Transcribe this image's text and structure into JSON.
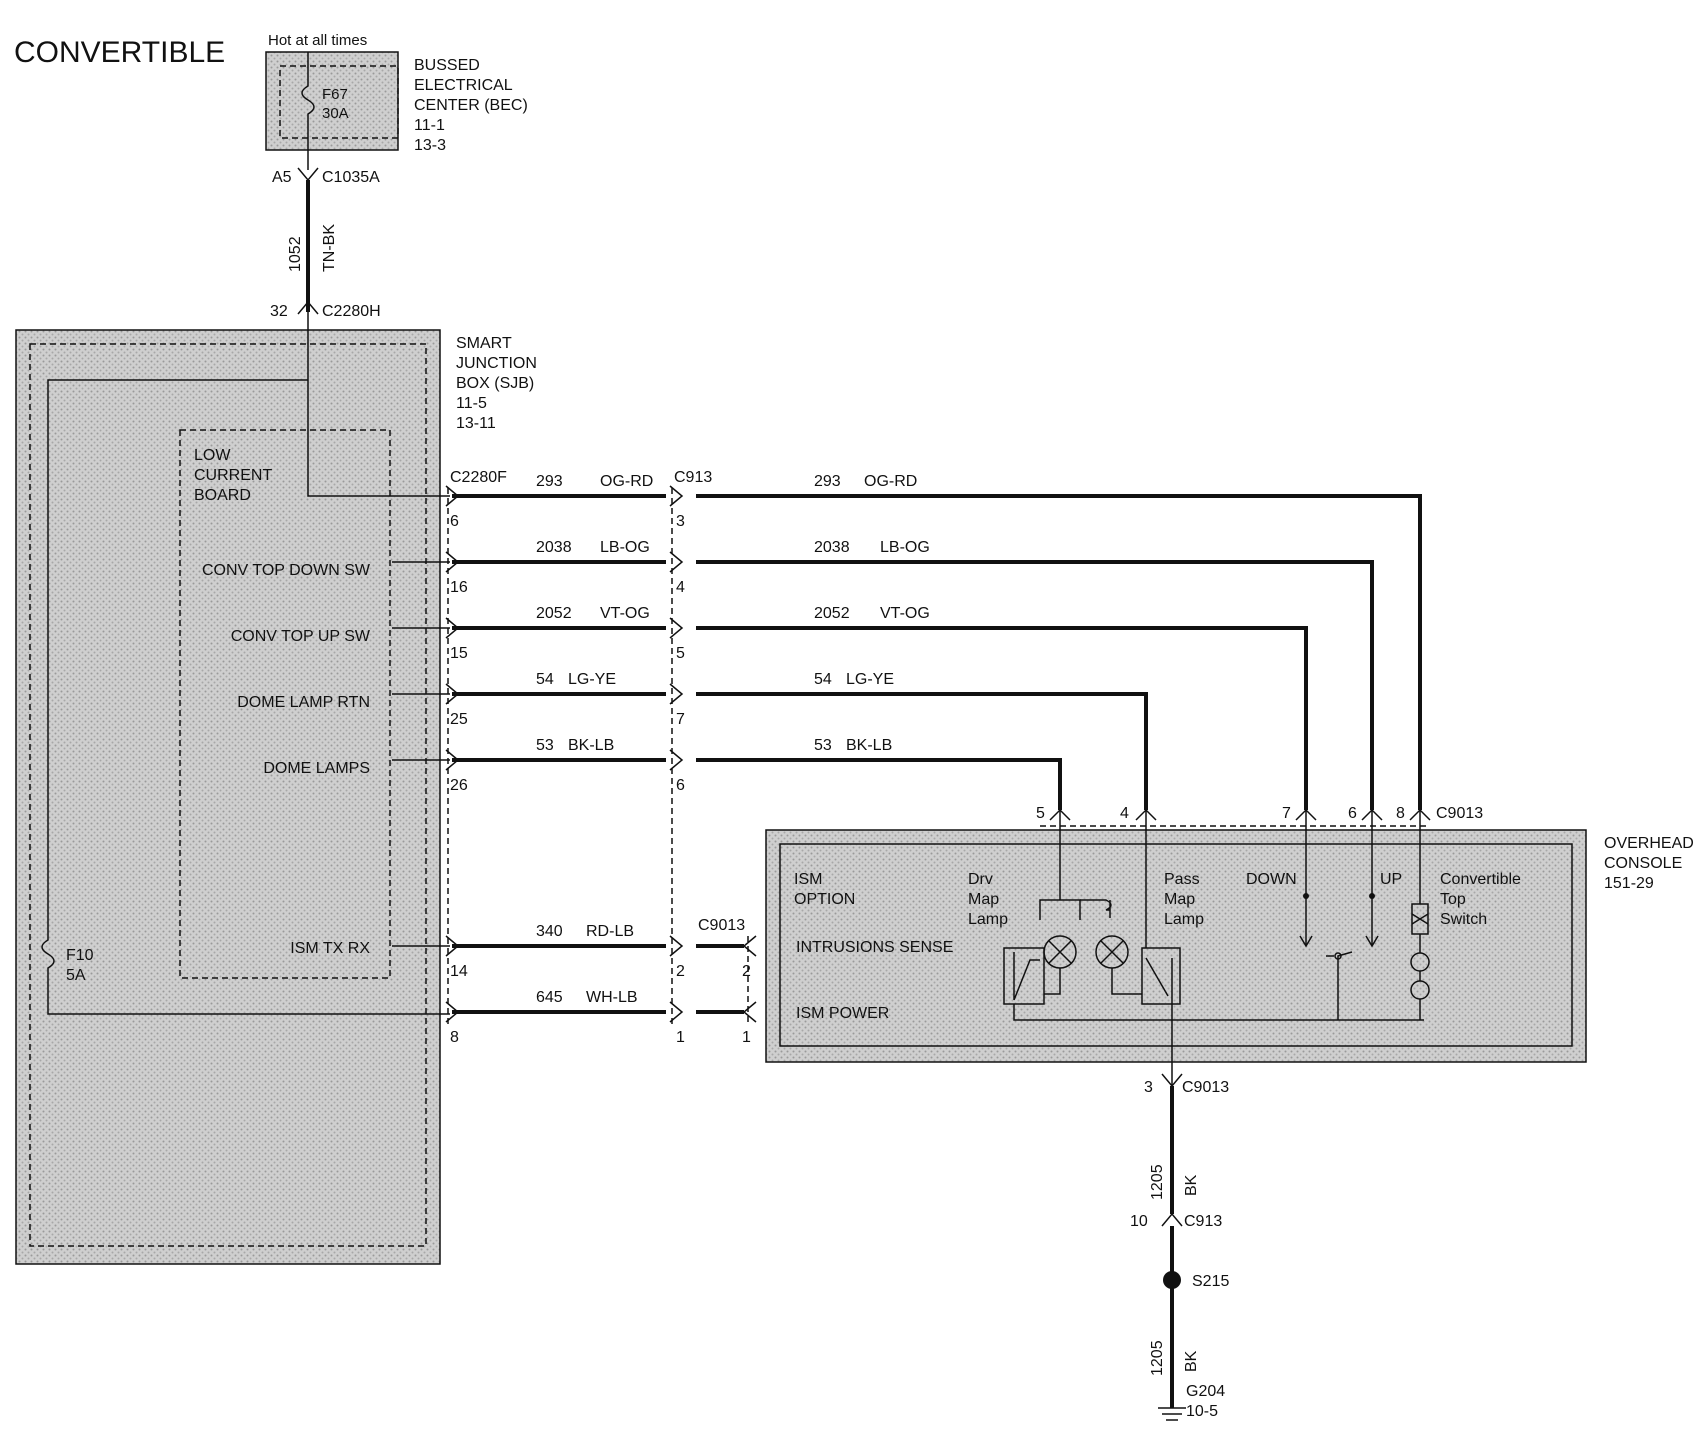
{
  "title": "CONVERTIBLE",
  "bec": {
    "hot_label": "Hot at all times",
    "fuse_name": "F67",
    "fuse_rating": "30A",
    "name_line1": "BUSSED",
    "name_line2": "ELECTRICAL",
    "name_line3": "CENTER (BEC)",
    "ref1": "11-1",
    "ref2": "13-3",
    "pin": "A5",
    "connector": "C1035A"
  },
  "feed_wire": {
    "circuit": "1052",
    "color": "TN-BK"
  },
  "sjb": {
    "pin": "32",
    "connector": "C2280H",
    "name_line1": "SMART",
    "name_line2": "JUNCTION",
    "name_line3": "BOX (SJB)",
    "ref1": "11-5",
    "ref2": "13-11",
    "lcb_line1": "LOW",
    "lcb_line2": "CURRENT",
    "lcb_line3": "BOARD",
    "fuse_name": "F10",
    "fuse_rating": "5A",
    "out_connector": "C2280F",
    "labels": {
      "conv_down": "CONV TOP DOWN SW",
      "conv_up": "CONV TOP UP SW",
      "dome_rtn": "DOME LAMP RTN",
      "dome": "DOME LAMPS",
      "ism": "ISM TX RX"
    }
  },
  "inline_connector": "C913",
  "wires": [
    {
      "circuit": "293",
      "color": "OG-RD",
      "sjb_pin": "6",
      "c913_pin": "3",
      "console_pin": "8"
    },
    {
      "circuit": "2038",
      "color": "LB-OG",
      "sjb_pin": "16",
      "c913_pin": "4",
      "console_pin": "6"
    },
    {
      "circuit": "2052",
      "color": "VT-OG",
      "sjb_pin": "15",
      "c913_pin": "5",
      "console_pin": "7"
    },
    {
      "circuit": "54",
      "color": "LG-YE",
      "sjb_pin": "25",
      "c913_pin": "7",
      "console_pin": "4"
    },
    {
      "circuit": "53",
      "color": "BK-LB",
      "sjb_pin": "26",
      "c913_pin": "6",
      "console_pin": "5"
    }
  ],
  "ism_wires": [
    {
      "circuit": "340",
      "color": "RD-LB",
      "sjb_pin": "14",
      "c913_pin": "2",
      "c9013_pin": "2",
      "console_label": "INTRUSIONS SENSE"
    },
    {
      "circuit": "645",
      "color": "WH-LB",
      "sjb_pin": "8",
      "c913_pin": "1",
      "c9013_pin": "1",
      "console_label": "ISM POWER"
    }
  ],
  "console": {
    "connector": "C9013",
    "name_line1": "OVERHEAD",
    "name_line2": "CONSOLE",
    "ref": "151-29",
    "ism_line1": "ISM",
    "ism_line2": "OPTION",
    "drv_line1": "Drv",
    "drv_line2": "Map",
    "drv_line3": "Lamp",
    "pass_line1": "Pass",
    "pass_line2": "Map",
    "pass_line3": "Lamp",
    "down": "DOWN",
    "up": "UP",
    "sw_line1": "Convertible",
    "sw_line2": "Top",
    "sw_line3": "Switch",
    "ground_pin": "3"
  },
  "ground": {
    "circuit": "1205",
    "color": "BK",
    "c913_pin": "10",
    "c913": "C913",
    "splice": "S215",
    "ground_name": "G204",
    "ground_ref": "10-5"
  }
}
